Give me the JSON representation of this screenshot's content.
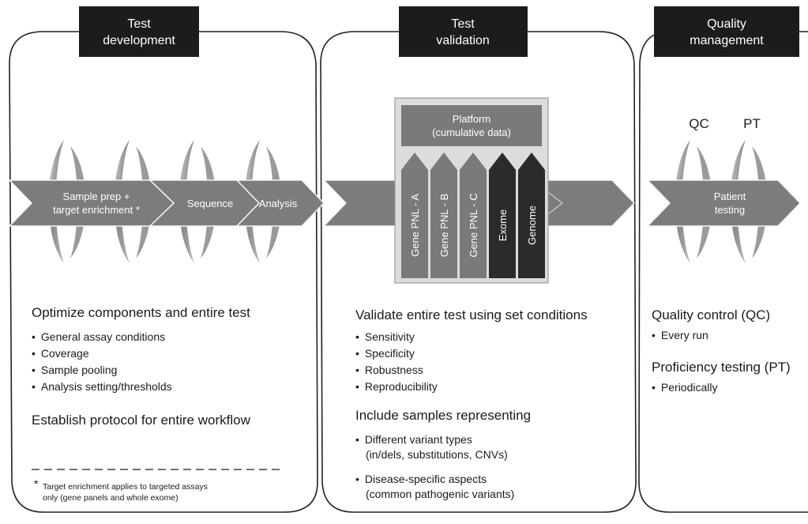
{
  "stages": {
    "development": {
      "title_line1": "Test",
      "title_line2": "development"
    },
    "validation": {
      "title_line1": "Test",
      "title_line2": "validation"
    },
    "quality": {
      "title_line1": "Quality",
      "title_line2": "management"
    }
  },
  "pipeline": {
    "step1_line1": "Sample prep +",
    "step1_line2": "target enrichment *",
    "step2": "Sequence",
    "step3": "Analysis",
    "patient_line1": "Patient",
    "patient_line2": "testing"
  },
  "platform": {
    "title_line1": "Platform",
    "title_line2": "(cumulative data)",
    "columns": [
      "Gene PNL - A",
      "Gene PNL - B",
      "Gene PNL - C",
      "Exome",
      "Genome"
    ]
  },
  "quality_labels": {
    "qc": "QC",
    "pt": "PT"
  },
  "development_text": {
    "heading": "Optimize components and entire test",
    "items": [
      "General assay conditions",
      "Coverage",
      "Sample pooling",
      "Analysis setting/thresholds"
    ],
    "protocol": "Establish protocol for entire workflow",
    "footnote_star": "*",
    "footnote_line1": "Target enrichment applies to targeted assays",
    "footnote_line2": "only (gene panels and whole exome)"
  },
  "validation_text": {
    "heading": "Validate entire test using set conditions",
    "items": [
      "Sensitivity",
      "Specificity",
      "Robustness",
      "Reproducibility"
    ],
    "heading2": "Include samples representing",
    "item_a_line1": "Different variant types",
    "item_a_line2": "(in/dels, substitutions, CNVs)",
    "item_b_line1": "Disease-specific aspects",
    "item_b_line2": "(common pathogenic variants)"
  },
  "quality_text": {
    "qc_heading": "Quality control (QC)",
    "qc_item": "Every run",
    "pt_heading": "Proficiency testing (PT)",
    "pt_item": "Periodically"
  },
  "colors": {
    "title_box": "#1c1c1c",
    "arrow": "#7c7c7c",
    "panel_column": "#7a7a7a",
    "exome_genome_column": "#2b2b2b",
    "platform_box": "#dcdcdc"
  }
}
